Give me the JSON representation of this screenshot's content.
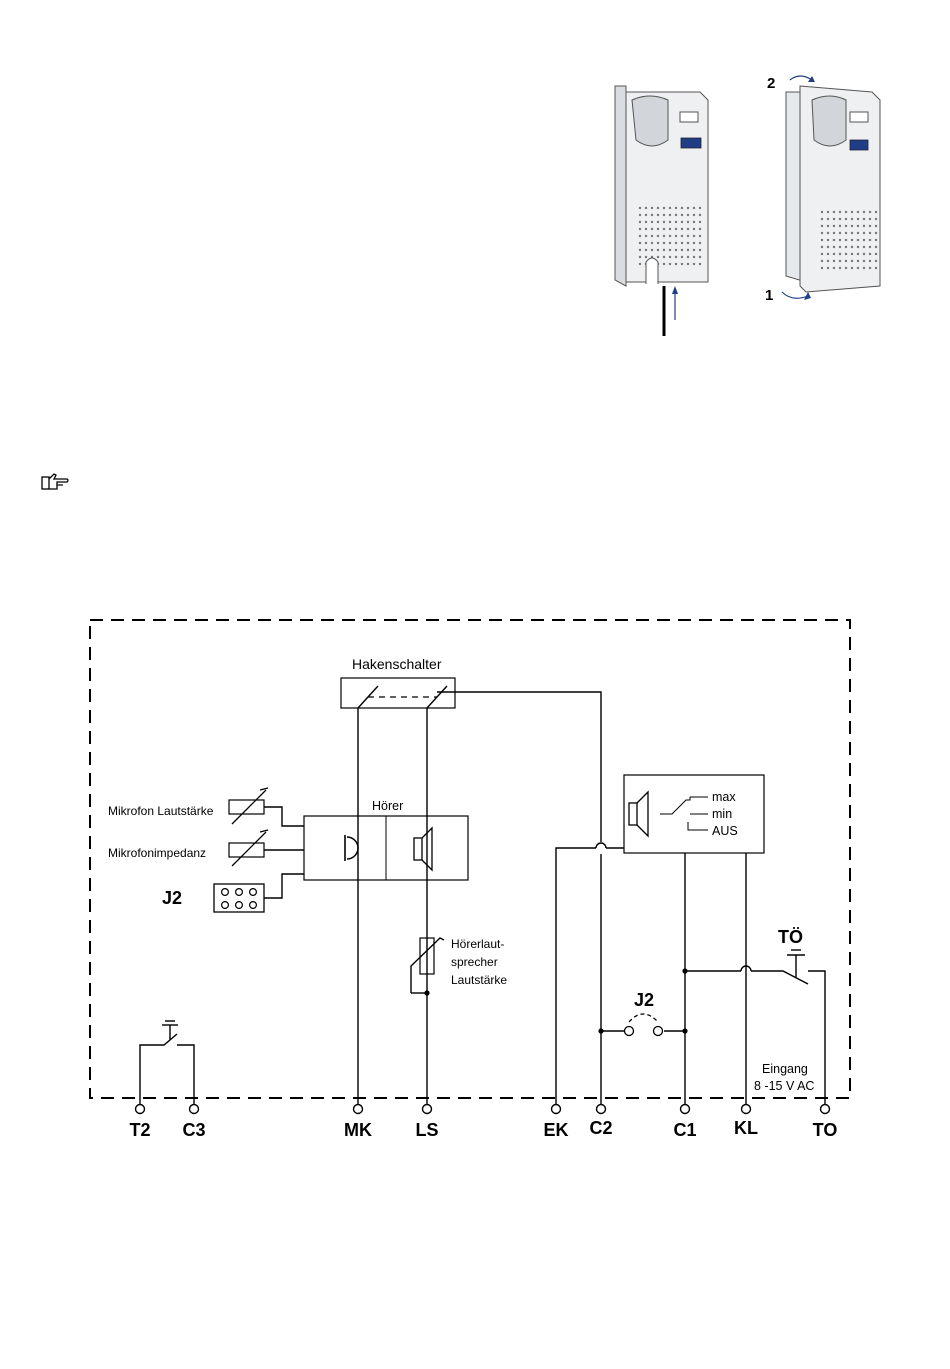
{
  "figures": {
    "step_top": "2",
    "step_bottom": "1"
  },
  "diagram": {
    "hakenschalter": "Hakenschalter",
    "hoerer": "Hörer",
    "mic_volume": "Mikrofon Lautstärke",
    "mic_impedance": "Mikrofonimpedanz",
    "j2_left": "J2",
    "hoerer_ls_1": "Hörerlaut-",
    "hoerer_ls_2": "sprecher",
    "hoerer_ls_3": "Lautstärke",
    "switch_max": "max",
    "switch_min": "min",
    "switch_aus": "AUS",
    "toe": "TÖ",
    "j2_right": "J2",
    "eingang_1": "Eingang",
    "eingang_2": "8 -15 V AC",
    "terminals": [
      "T2",
      "C3",
      "MK",
      "LS",
      "EK",
      "C2",
      "C1",
      "KL",
      "TO"
    ]
  }
}
